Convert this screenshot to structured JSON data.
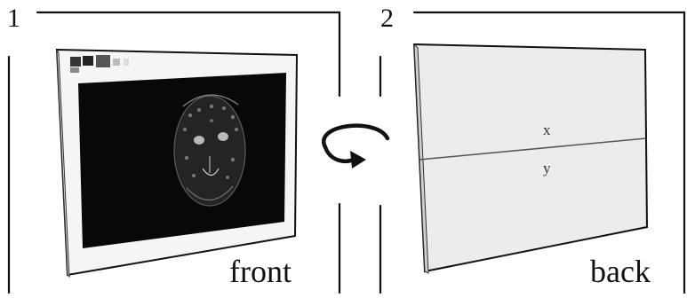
{
  "panels": [
    {
      "number": "1",
      "caption": "front"
    },
    {
      "number": "2",
      "caption": "back"
    }
  ],
  "back_labels": {
    "x": "x",
    "y": "y"
  }
}
